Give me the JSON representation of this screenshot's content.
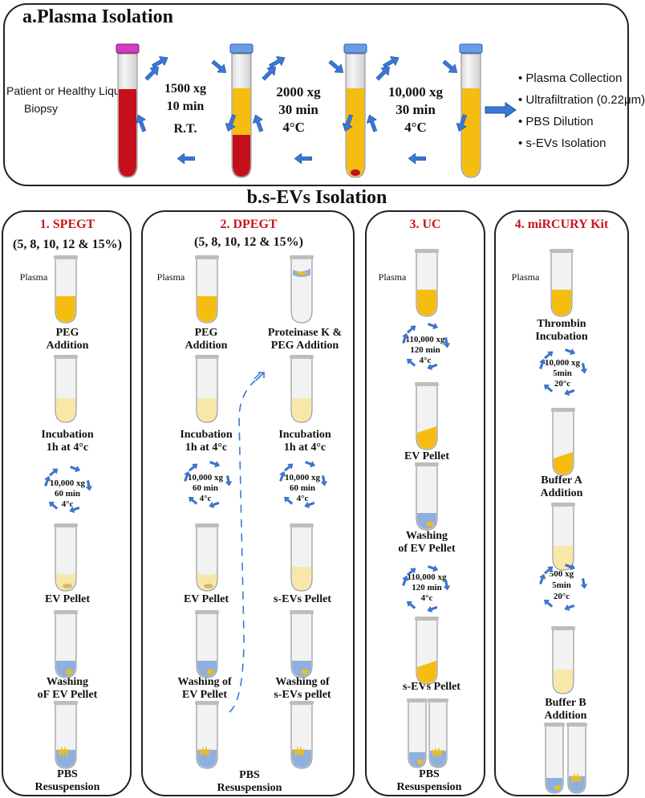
{
  "colors": {
    "arrow": "#3a78d6",
    "accent_red": "#c8161d",
    "blood": "#c3101a",
    "plasma": "#f5bd10",
    "plasma_light": "#f7e7a8",
    "pbs_blue": "#8fb0de",
    "cap_magenta": "#d33cc0",
    "cap_blue": "#6a9ce6"
  },
  "section_a": {
    "letter": "a.",
    "title": "Plasma Isolation",
    "source_label": [
      "Patient or Healthy Liquid",
      "Biopsy"
    ],
    "spins": [
      {
        "speed": "1500 xg",
        "time": "10 min",
        "temp": "R.T."
      },
      {
        "speed": "2000 xg",
        "time": "30 min",
        "temp": "4°C"
      },
      {
        "speed": "10,000 xg",
        "time": "30 min",
        "temp": "4°C"
      }
    ],
    "steps": [
      "Plasma Collection",
      "Ultrafiltration (0.22μm)",
      "PBS Dilution",
      "s-EVs Isolation"
    ]
  },
  "section_b": {
    "letter": "b.",
    "title": "s-EVs Isolation"
  },
  "methods": {
    "spegt": {
      "title": "1. SPEGT",
      "subtitle": "(5, 8, 10, 12 & 15%)",
      "plasma_label": "Plasma",
      "peg": [
        "PEG",
        "Addition"
      ],
      "incubation": [
        "Incubation",
        "1h at 4°c"
      ],
      "spin": {
        "speed": "10,000 xg",
        "time": "60 min",
        "temp": "4°c"
      },
      "pellet": "EV Pellet",
      "washing": [
        "Washing",
        "oF EV Pellet"
      ],
      "resusp": [
        "PBS",
        "Resuspension"
      ]
    },
    "dpegt": {
      "title": "2. DPEGT",
      "subtitle": "(5, 8, 10, 12 & 15%)",
      "plasma_label": "Plasma",
      "left": {
        "peg": [
          "PEG",
          "Addition"
        ],
        "incubation": [
          "Incubation",
          "1h at 4°c"
        ],
        "spin": {
          "speed": "10,000 xg",
          "time": "60 min",
          "temp": "4°c"
        },
        "pellet": "EV Pellet",
        "washing": [
          "Washing of",
          "EV Pellet"
        ]
      },
      "right": {
        "peg": [
          "Proteinase K &",
          "PEG Addition"
        ],
        "incubation": [
          "Incubation",
          "1h at 4°c"
        ],
        "spin": {
          "speed": "10,000 xg",
          "time": "60 min",
          "temp": "4°c"
        },
        "pellet": "s-EVs Pellet",
        "washing": [
          "Washing of",
          "s-EVs pellet"
        ]
      },
      "resusp": [
        "PBS",
        "Resuspension"
      ]
    },
    "uc": {
      "title": "3. UC",
      "plasma_label": "Plasma",
      "spin1": {
        "speed": "110,000 xg",
        "time": "120 min",
        "temp": "4°c"
      },
      "pellet": "EV Pellet",
      "washing": [
        "Washing",
        "of EV Pellet"
      ],
      "spin2": {
        "speed": "110,000 xg",
        "time": "120 min",
        "temp": "4°c"
      },
      "pellet2": "s-EVs Pellet",
      "resusp": [
        "PBS",
        "Resuspension"
      ]
    },
    "mircury": {
      "title": "4. miRCURY Kit",
      "plasma_label": "Plasma",
      "thrombin": [
        "Thrombin",
        "Incubation"
      ],
      "spin1": {
        "speed": "10,000 xg",
        "time": "5min",
        "temp": "20°c"
      },
      "buffer_a": [
        "Buffer A",
        "Addition"
      ],
      "spin2": {
        "speed": "500 xg",
        "time": "5min",
        "temp": "20°c"
      },
      "buffer_b": [
        "Buffer B",
        "Addition"
      ]
    }
  }
}
